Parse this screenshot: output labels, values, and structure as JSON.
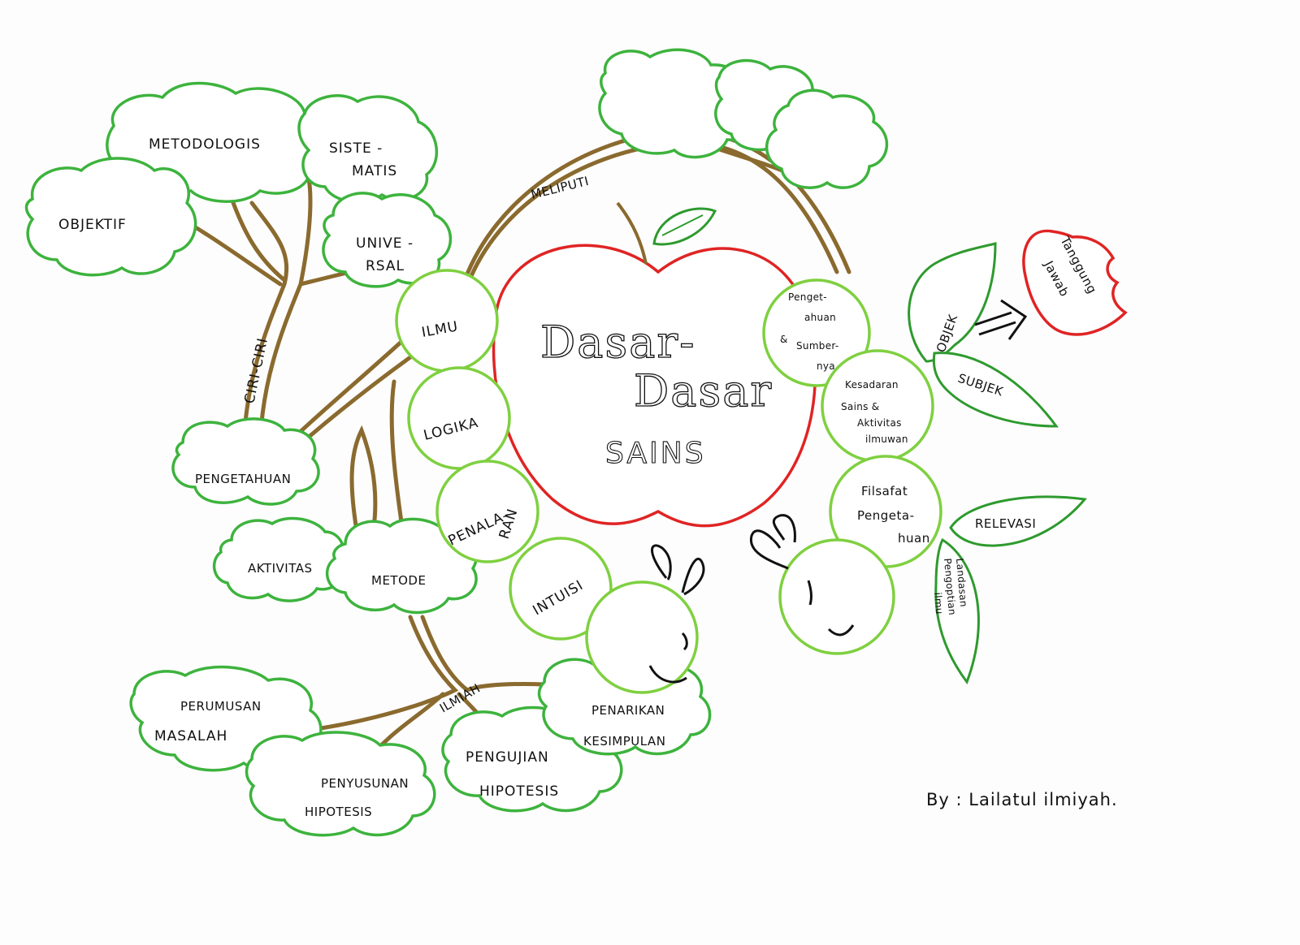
{
  "title": {
    "line1": "Dasar-",
    "line2": "Dasar",
    "line3": "SAINS"
  },
  "tree": {
    "crown": {
      "metodologis": "METODOLOGIS",
      "sistematis_1": "SISTE -",
      "sistematis_2": "MATIS",
      "objektif": "OBJEKTIF",
      "universal_1": "UNIVE -",
      "universal_2": "RSAL"
    },
    "trunk_label": "CIRI-CIRI",
    "pengetahuan": "PENGETAHUAN",
    "aktivitas": "AKTIVITAS",
    "metode": "METODE",
    "roots": {
      "label": "ILMIAH",
      "perumusan_1": "PERUMUSAN",
      "perumusan_2": "MASALAH",
      "penyusunan_1": "PENYUSUNAN",
      "penyusunan_2": "HIPOTESIS",
      "pengujian_1": "PENGUJIAN",
      "pengujian_2": "HIPOTESIS",
      "penarikan_1": "PENARIKAN",
      "penarikan_2": "KESIMPULAN"
    }
  },
  "arc_label": "MELIPUTI",
  "left_caterpillar": {
    "ilmu": "ILMU",
    "logika": "LOGIKA",
    "penalaran_1": "PENALA-",
    "penalaran_2": "RAN",
    "intuisi": "INTUISI"
  },
  "right_caterpillar": {
    "pengetahuan_1": "Penget-",
    "pengetahuan_2": "ahuan",
    "amp": "&",
    "sumber_1": "Sumber-",
    "sumber_2": "nya",
    "kesadaran_1": "Kesadaran",
    "kesadaran_2": "Sains &",
    "kesadaran_3": "Aktivitas",
    "kesadaran_4": "ilmuwan",
    "filsafat_1": "Filsafat",
    "filsafat_2": "Pengeta-",
    "filsafat_3": "huan"
  },
  "leaves": {
    "objek": "OBJEK",
    "subjek": "SUBJEK",
    "relevasi": "RELEVASI",
    "landasan_1": "Landasan",
    "landasan_2": "Pengoptian",
    "landasan_3": "ilmu"
  },
  "bitten_apple": {
    "line1": "Tanggung",
    "line2": "Jawab"
  },
  "author": "By : Lailatul ilmiyah.",
  "colors": {
    "tree_green": "#3db33d",
    "ring_green": "#7fd040",
    "branch_brown": "#8a6a2e",
    "apple_red": "#e02424",
    "leaf_green": "#2e9a2e"
  }
}
